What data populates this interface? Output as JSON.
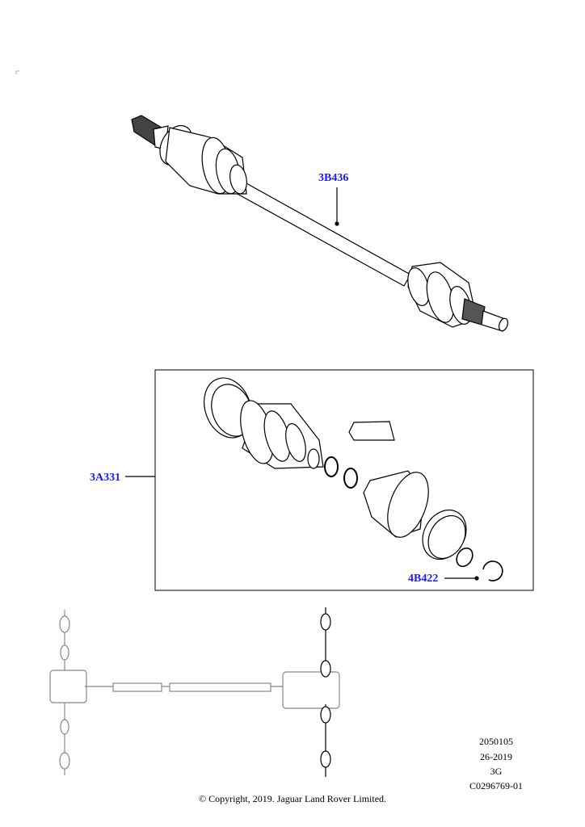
{
  "callouts": {
    "halfshaft": "3B436",
    "boot_kit": "3A331",
    "circlip": "4B422"
  },
  "meta": {
    "line1": "2050105",
    "line2": "26-2019",
    "line3": "3G",
    "line4": "C0296769-01"
  },
  "copyright": "© Copyright, 2019. Jaguar Land Rover Limited.",
  "colors": {
    "callout": "#1a1aff",
    "line": "#000000",
    "locator": "#888888"
  }
}
